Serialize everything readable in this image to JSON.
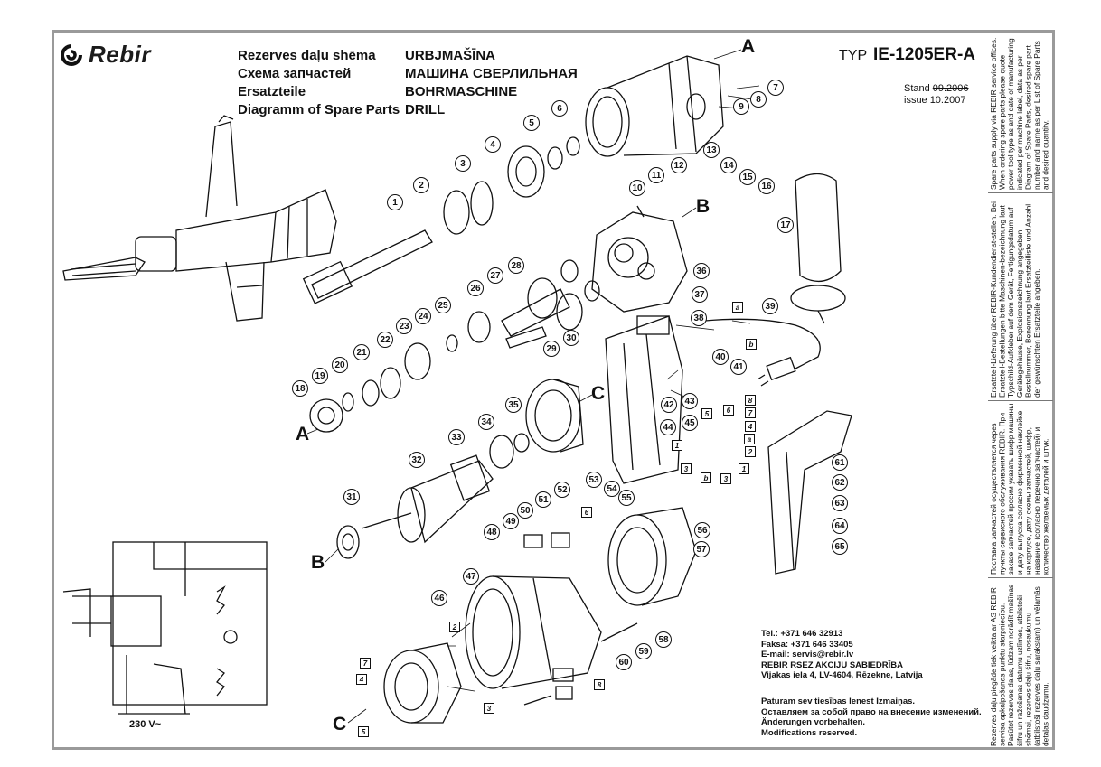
{
  "brand": "Rebir",
  "header": {
    "titles": [
      "Rezerves daļu shēma",
      "Схема запчастей",
      "Ersatzteile",
      "Diagramm of Spare Parts"
    ],
    "product": [
      "URBJMAŠĪNA",
      "МАШИНА СВЕРЛИЛЬНАЯ",
      "BOHRMASCHINE",
      "DRILL"
    ],
    "typ_label": "TYP",
    "model": "IE-1205ER-A",
    "stand_label": "Stand",
    "stand_value": "09.2006",
    "issue_label": "issue",
    "issue_value": "10.2007"
  },
  "section_labels": {
    "A": "A",
    "B": "B",
    "C": "C"
  },
  "callouts": [
    "1",
    "2",
    "3",
    "4",
    "5",
    "6",
    "7",
    "8",
    "9",
    "10",
    "11",
    "12",
    "13",
    "14",
    "15",
    "16",
    "17",
    "18",
    "19",
    "20",
    "21",
    "22",
    "23",
    "24",
    "25",
    "26",
    "27",
    "28",
    "29",
    "30",
    "31",
    "32",
    "33",
    "34",
    "35",
    "36",
    "37",
    "38",
    "39",
    "40",
    "41",
    "42",
    "43",
    "44",
    "45",
    "46",
    "47",
    "48",
    "49",
    "50",
    "51",
    "52",
    "53",
    "54",
    "55",
    "56",
    "57",
    "58",
    "59",
    "60",
    "61",
    "62",
    "63",
    "64",
    "65"
  ],
  "wire_labels": [
    "a",
    "b",
    "1",
    "2",
    "3",
    "4",
    "5",
    "6",
    "7",
    "8"
  ],
  "side_texts": {
    "en": "Spare parts supply via REBIR service offices. When ordering spare parts please quote power tool type as and date of manufacturing indicated per machine label, data as per Diagram of Spare Parts, desired spare part number and name as per List of Spare Parts and desired quantity.",
    "de": "Ersatzteil-Lieferung über REBIR-Kundendienst-stellen. Bei Ersatzteil-Bestellungen bitte Maschinen-bezeichnung laut Typschild-Aufkleber auf dem Gerät, Fertigungsdatum auf Gerätegehäuse, Explosionszeichnung angegeben, Bestellnummer, Benennung laut Ersatzteilliste und Anzahl der gewünschten Ersatzteile angeben.",
    "ru": "Поставка запчастей осуществляется через пункты сервисного обслуживания REBIR. При заказе запчастей просим указать шифр машины и дату выпуска согласно фирменной наклейке на корпусе, дату схемы запчастей, шифр, название (согласно перечню запчастей) и количество желаемых деталей и штук.",
    "lv": "Rezerves daļu piegāde tiek veikta ar AS REBIR servisa apkalpošanas punktu starpniecību. Pasūtot rezerves daļas, lūdzam norādīt mašīnas šifru un ražošanas datumu uzlīmes, atbilstoši shēmai, rezerves daļu šifru, nosaukumu (atbilstoši rezerves daļu sarakstam) un vēlamās detaļas daudzumu."
  },
  "contact": [
    "Tel.: +371 646 32913",
    "Faksa: +371 646 33405",
    "E-mail: servis@rebir.lv",
    "REBIR RSEZ AKCIJU SABIEDRĪBA",
    "Vijakas iela 4, LV-4604, Rēzekne, Latvija"
  ],
  "notes": [
    "Paturam sev tiesības lenest Izmaiņas.",
    "Оставляем за собой право на внесение изменений.",
    "Änderungen vorbehalten.",
    "Modifications reserved."
  ],
  "voltage": "230 V~",
  "colors": {
    "line": "#111111",
    "frame": "#9a9a9a",
    "paper": "#ffffff"
  }
}
